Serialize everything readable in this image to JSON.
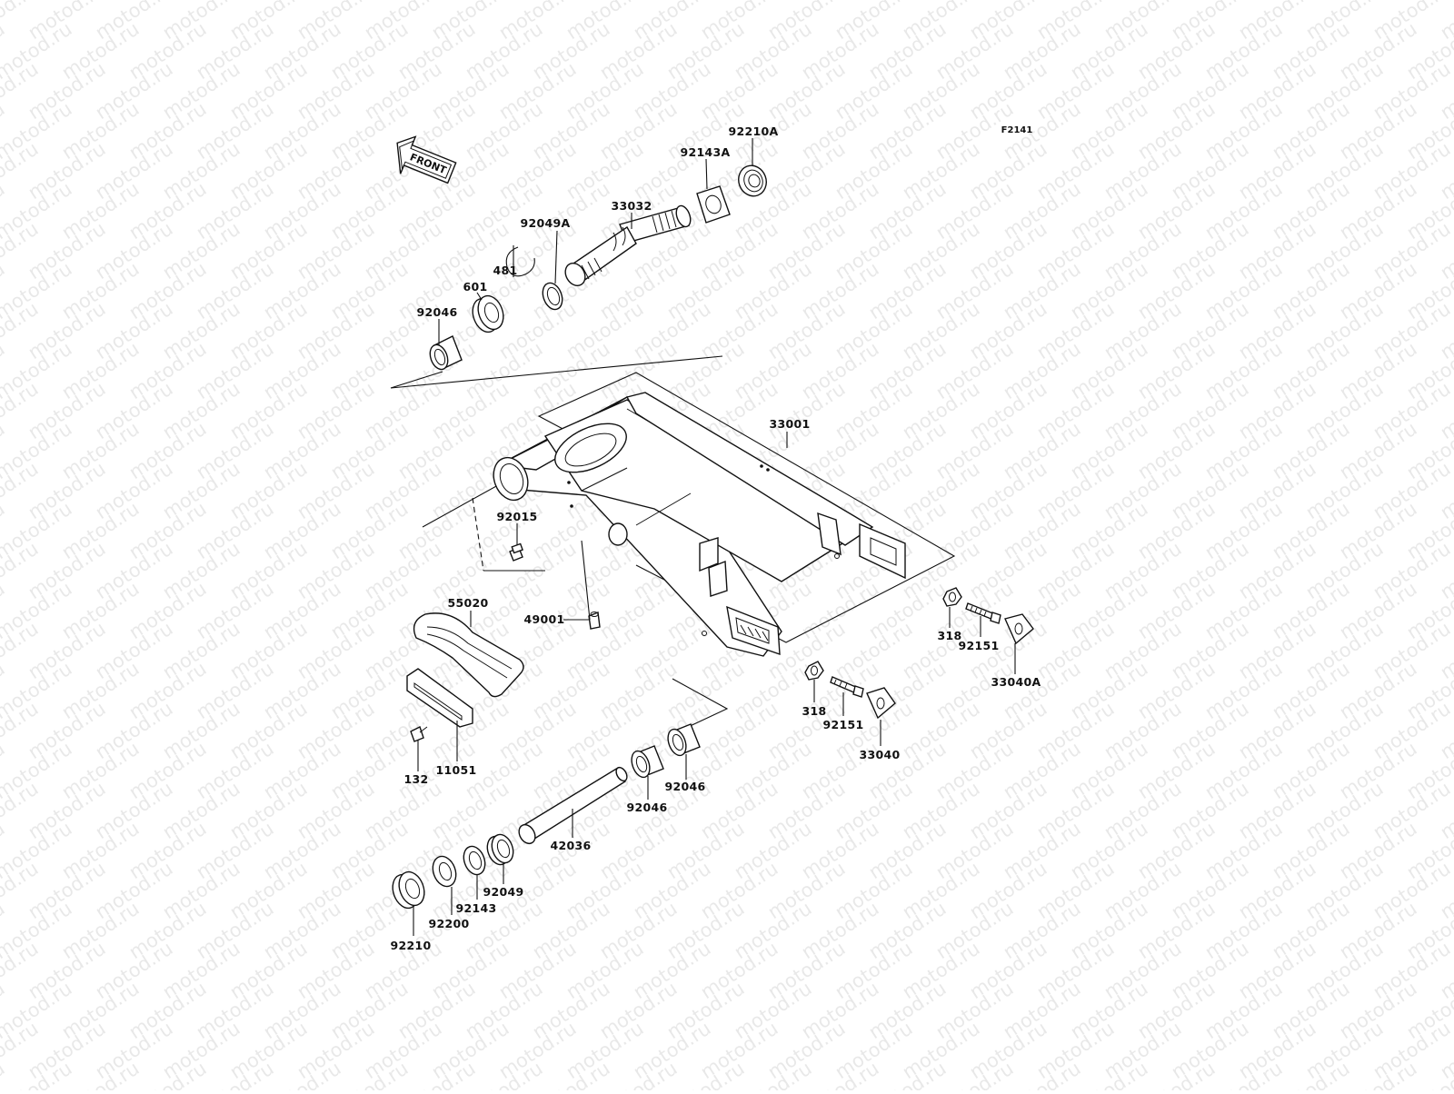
{
  "diagram": {
    "figure_code": "F2141",
    "front_label": "FRONT",
    "watermark_text": "motod.ru",
    "ink_color": "#111111",
    "background_color": "#ffffff",
    "part_labels": [
      {
        "id": "p92210A",
        "text": "92210A"
      },
      {
        "id": "p92143A",
        "text": "92143A"
      },
      {
        "id": "p33032",
        "text": "33032"
      },
      {
        "id": "p92049A",
        "text": "92049A"
      },
      {
        "id": "p481",
        "text": "481"
      },
      {
        "id": "p601",
        "text": "601"
      },
      {
        "id": "p92046_top",
        "text": "92046"
      },
      {
        "id": "p33001",
        "text": "33001"
      },
      {
        "id": "p92015",
        "text": "92015"
      },
      {
        "id": "p55020",
        "text": "55020"
      },
      {
        "id": "p49001",
        "text": "49001"
      },
      {
        "id": "p132",
        "text": "132"
      },
      {
        "id": "p11051",
        "text": "11051"
      },
      {
        "id": "p318_right",
        "text": "318"
      },
      {
        "id": "p92151_right",
        "text": "92151"
      },
      {
        "id": "p33040A",
        "text": "33040A"
      },
      {
        "id": "p318_mid",
        "text": "318"
      },
      {
        "id": "p92151_mid",
        "text": "92151"
      },
      {
        "id": "p33040",
        "text": "33040"
      },
      {
        "id": "p92046_r",
        "text": "92046"
      },
      {
        "id": "p92046_l",
        "text": "92046"
      },
      {
        "id": "p42036",
        "text": "42036"
      },
      {
        "id": "p92049",
        "text": "92049"
      },
      {
        "id": "p92143",
        "text": "92143"
      },
      {
        "id": "p92200",
        "text": "92200"
      },
      {
        "id": "p92210",
        "text": "92210"
      }
    ]
  }
}
